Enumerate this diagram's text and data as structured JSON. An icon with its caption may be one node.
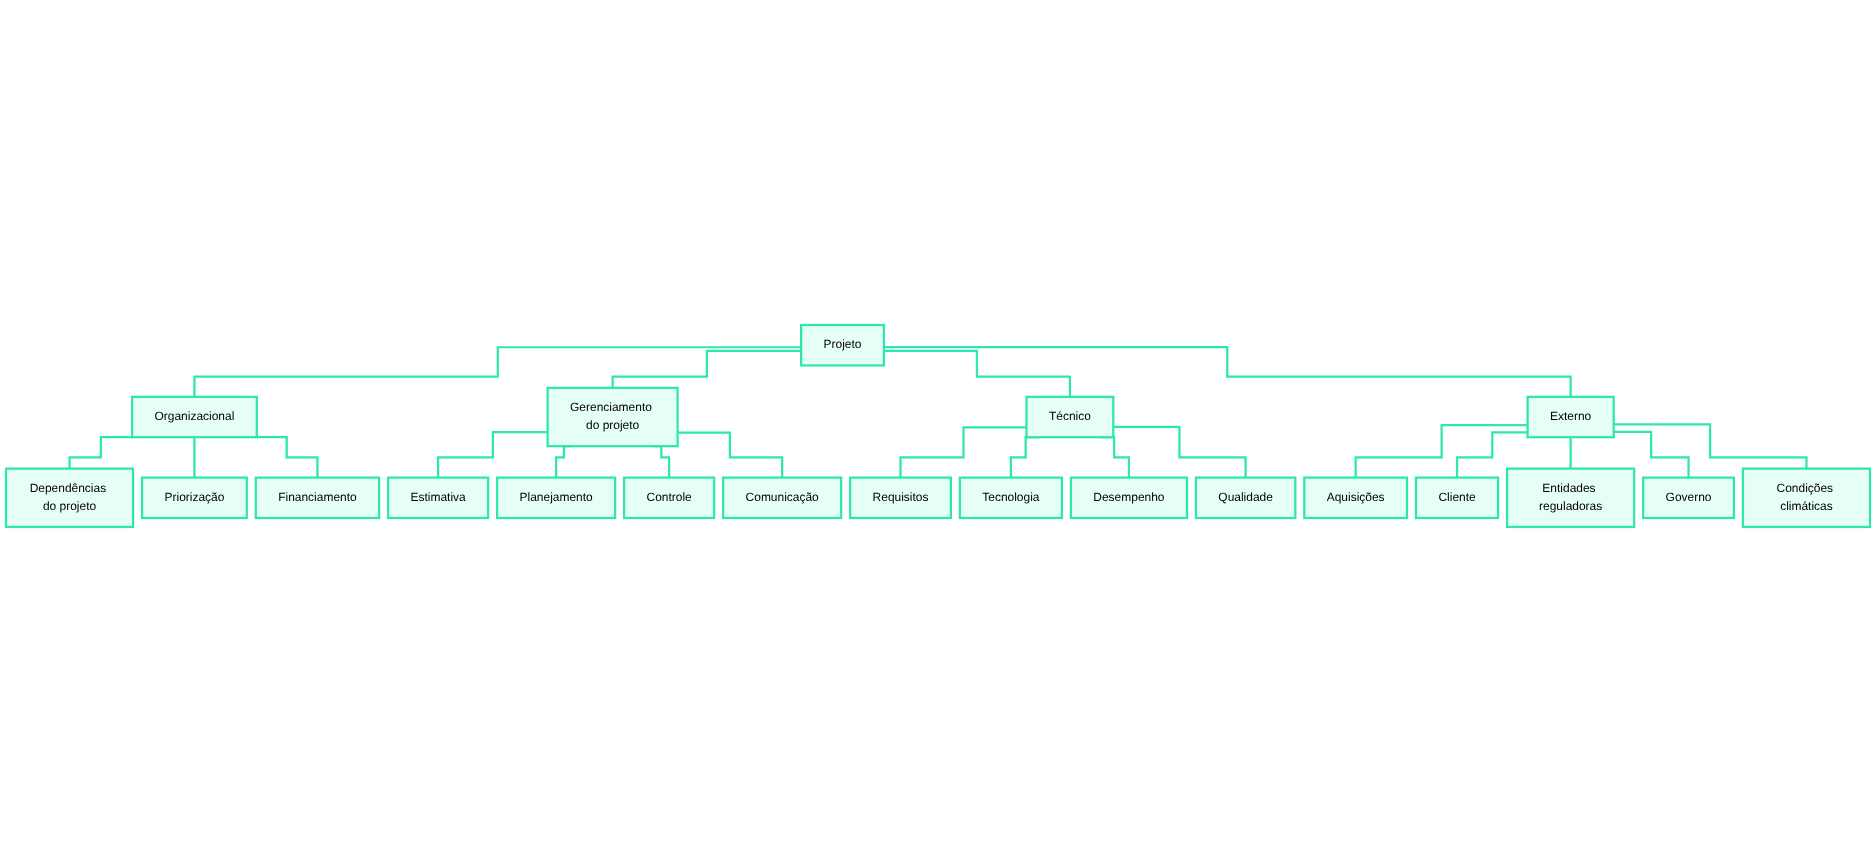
{
  "diagram": {
    "nodes": [
      {
        "text": [
          "Projeto"
        ]
      },
      {
        "text": [
          "Organizacional"
        ]
      },
      {
        "text": [
          "Dependências do projeto"
        ]
      },
      {
        "text": [
          "Priorização"
        ]
      },
      {
        "text": [
          "Financiamento"
        ]
      },
      {
        "text": [
          "Gerenciamento do projeto"
        ]
      },
      {
        "text": [
          "Estimativa"
        ]
      },
      {
        "text": [
          "Planejamento"
        ]
      },
      {
        "text": [
          "Controle"
        ]
      },
      {
        "text": [
          "Comunicação"
        ]
      },
      {
        "text": [
          "Técnico"
        ]
      },
      {
        "text": [
          "Requisitos"
        ]
      },
      {
        "text": [
          "Tecnologia"
        ]
      },
      {
        "text": [
          "Desempenho"
        ]
      },
      {
        "text": [
          "Qualidade"
        ]
      },
      {
        "text": [
          "Externo"
        ]
      },
      {
        "text": [
          "Aquisições"
        ]
      },
      {
        "text": [
          "Cliente"
        ]
      },
      {
        "text": [
          "Entidades reguladoras"
        ]
      },
      {
        "text": [
          "Governo"
        ]
      },
      {
        "text": [
          "Condições climáticas"
        ]
      }
    ],
    "edges": [
      {
        "from": 0,
        "to": 1,
        "arrow": "none"
      },
      {
        "from": 0,
        "to": 5,
        "arrow": "none"
      },
      {
        "from": 0,
        "to": 10,
        "arrow": "none"
      },
      {
        "from": 0,
        "to": 15,
        "arrow": "none"
      },
      {
        "from": 1,
        "to": 2,
        "arrow": "none"
      },
      {
        "from": 1,
        "to": 3,
        "arrow": "none"
      },
      {
        "from": 1,
        "to": 4,
        "arrow": "none"
      },
      {
        "from": 5,
        "to": 6,
        "arrow": "none"
      },
      {
        "from": 5,
        "to": 7,
        "arrow": "none"
      },
      {
        "from": 5,
        "to": 8,
        "arrow": "none"
      },
      {
        "from": 5,
        "to": 9,
        "arrow": "none"
      },
      {
        "from": 10,
        "to": 11,
        "arrow": "none"
      },
      {
        "from": 10,
        "to": 12,
        "arrow": "none"
      },
      {
        "from": 10,
        "to": 13,
        "arrow": "none"
      },
      {
        "from": 10,
        "to": 14,
        "arrow": "none"
      },
      {
        "from": 15,
        "to": 16,
        "arrow": "none"
      },
      {
        "from": 15,
        "to": 17,
        "arrow": "none"
      },
      {
        "from": 15,
        "to": 18,
        "arrow": "none"
      },
      {
        "from": 15,
        "to": 19,
        "arrow": "none"
      },
      {
        "from": 15,
        "to": 20,
        "arrow": "none"
      }
    ]
  }
}
